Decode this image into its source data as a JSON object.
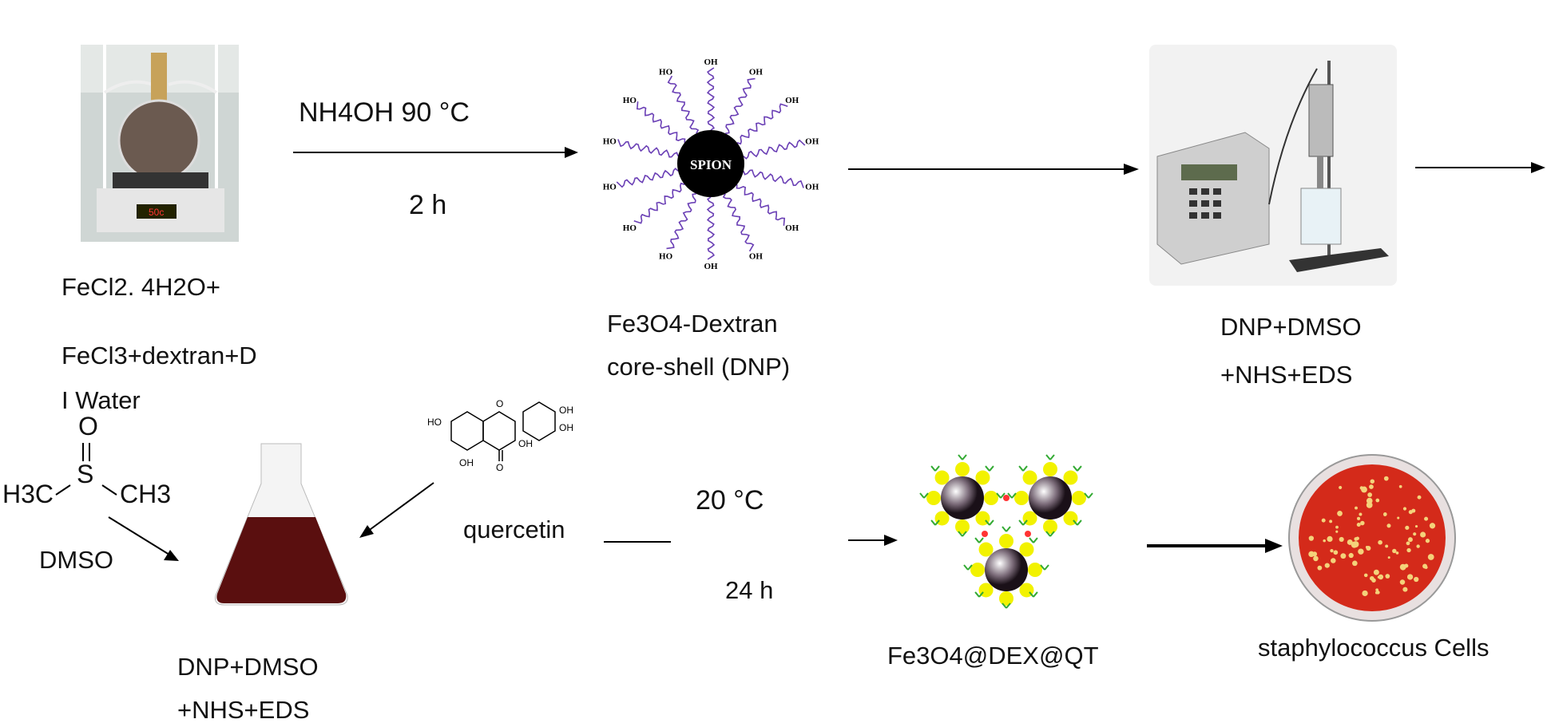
{
  "top_row": {
    "reaction_condition": "NH4OH  90 °C",
    "reaction_time": "2 h",
    "precursor_line1": "FeCl2. 4H2O+",
    "precursor_line2": "FeCl3+dextran+D",
    "precursor_line3": "I Water",
    "spion_label": "SPION",
    "oh_label": "OH",
    "ho_label": "HO",
    "dnp_line1": "Fe3O4-Dextran",
    "dnp_line2": "core-shell (DNP)",
    "sonication_line1": "DNP+DMSO",
    "sonication_line2": "+NHS+EDS"
  },
  "bottom_row": {
    "dmso_o": "O",
    "dmso_s": "S",
    "dmso_ch3_left": "H3C",
    "dmso_ch3_right": "CH3",
    "dmso_label": "DMSO",
    "quercetin_label": "quercetin",
    "temperature": "20 °C",
    "time": "24 h",
    "flask_line1": "DNP+DMSO",
    "flask_line2": "+NHS+EDS",
    "product_label": "Fe3O4@DEX@QT",
    "cells_label": "staphylococcus Cells"
  },
  "colors": {
    "ligand": "#6a3fb5",
    "flask_liquid": "#5a0f0f",
    "petri": "#d42a1a",
    "particle_yellow": "#f2f200"
  }
}
